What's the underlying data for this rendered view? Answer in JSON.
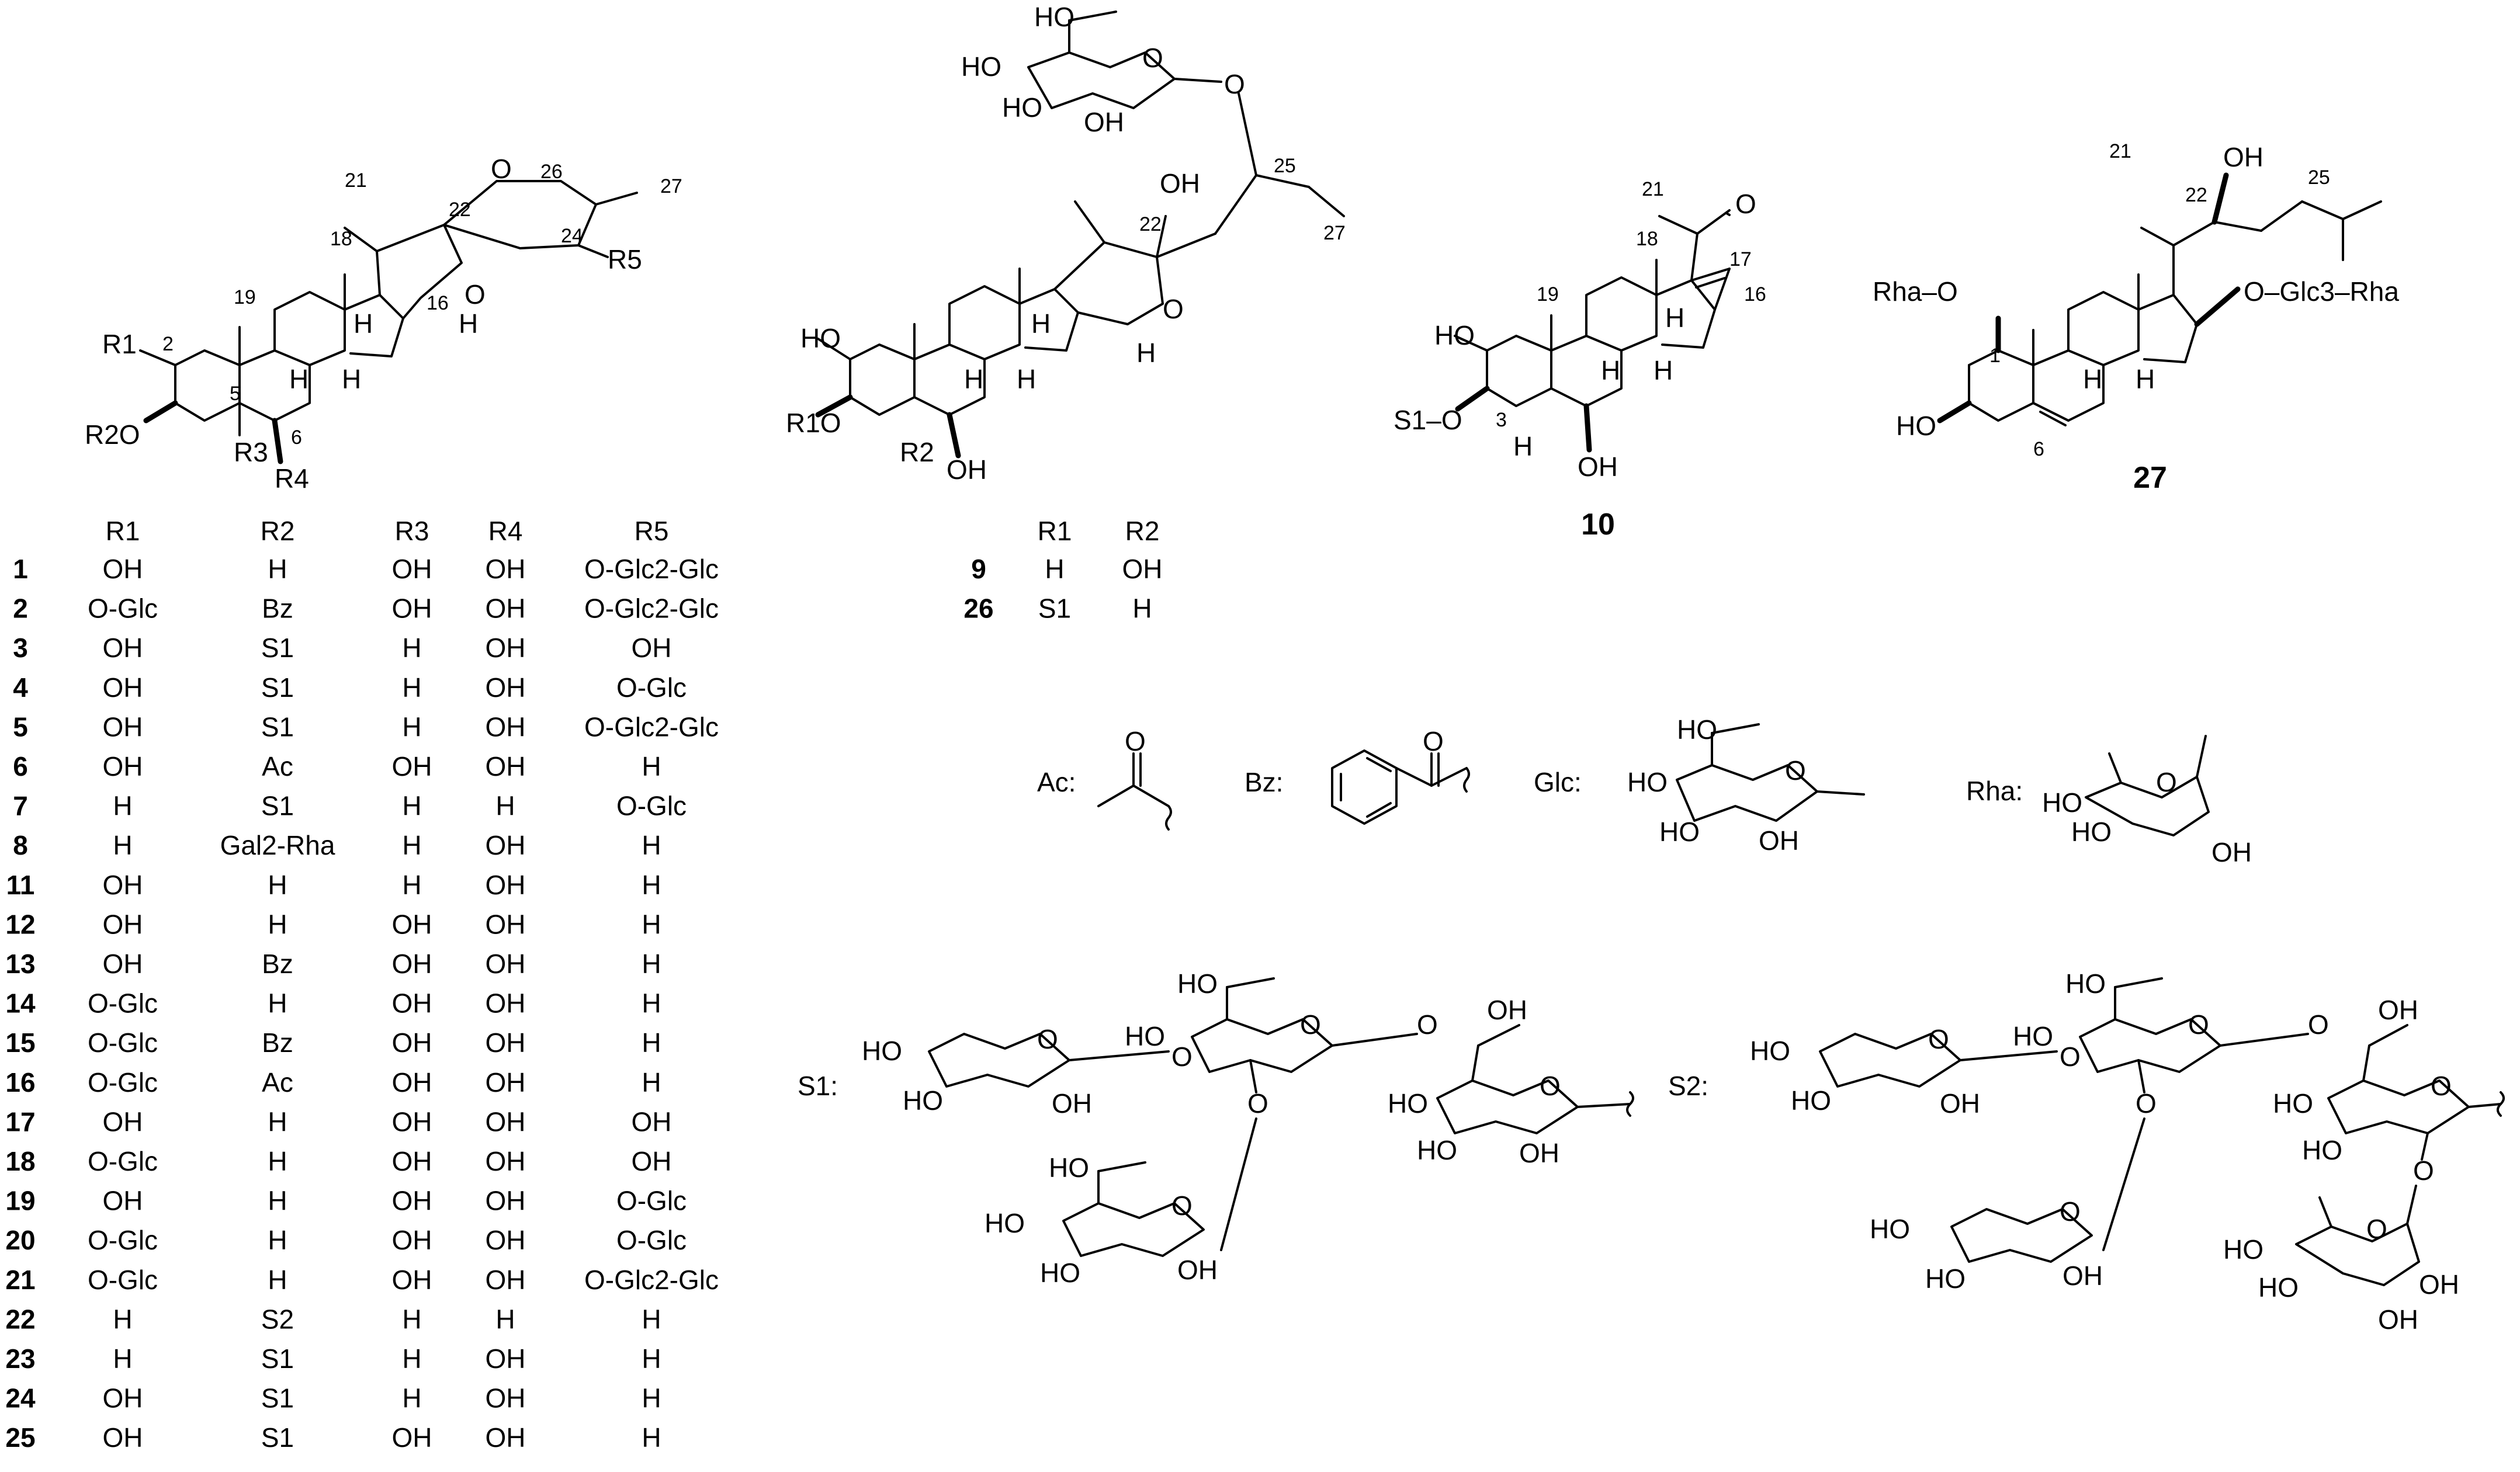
{
  "table_a": {
    "headers": [
      "R1",
      "R2",
      "R3",
      "R4",
      "R5"
    ],
    "rows": [
      {
        "id": "1",
        "r1": "OH",
        "r2": "H",
        "r3": "OH",
        "r4": "OH",
        "r5": "O-Glc2-Glc"
      },
      {
        "id": "2",
        "r1": "O-Glc",
        "r2": "Bz",
        "r3": "OH",
        "r4": "OH",
        "r5": "O-Glc2-Glc"
      },
      {
        "id": "3",
        "r1": "OH",
        "r2": "S1",
        "r3": "H",
        "r4": "OH",
        "r5": "OH"
      },
      {
        "id": "4",
        "r1": "OH",
        "r2": "S1",
        "r3": "H",
        "r4": "OH",
        "r5": "O-Glc"
      },
      {
        "id": "5",
        "r1": "OH",
        "r2": "S1",
        "r3": "H",
        "r4": "OH",
        "r5": "O-Glc2-Glc"
      },
      {
        "id": "6",
        "r1": "OH",
        "r2": "Ac",
        "r3": "OH",
        "r4": "OH",
        "r5": "H"
      },
      {
        "id": "7",
        "r1": "H",
        "r2": "S1",
        "r3": "H",
        "r4": "H",
        "r5": "O-Glc"
      },
      {
        "id": "8",
        "r1": "H",
        "r2": "Gal2-Rha",
        "r3": "H",
        "r4": "OH",
        "r5": "H"
      },
      {
        "id": "11",
        "r1": "OH",
        "r2": "H",
        "r3": "H",
        "r4": "OH",
        "r5": "H"
      },
      {
        "id": "12",
        "r1": "OH",
        "r2": "H",
        "r3": "OH",
        "r4": "OH",
        "r5": "H"
      },
      {
        "id": "13",
        "r1": "OH",
        "r2": "Bz",
        "r3": "OH",
        "r4": "OH",
        "r5": "H"
      },
      {
        "id": "14",
        "r1": "O-Glc",
        "r2": "H",
        "r3": "OH",
        "r4": "OH",
        "r5": "H"
      },
      {
        "id": "15",
        "r1": "O-Glc",
        "r2": "Bz",
        "r3": "OH",
        "r4": "OH",
        "r5": "H"
      },
      {
        "id": "16",
        "r1": "O-Glc",
        "r2": "Ac",
        "r3": "OH",
        "r4": "OH",
        "r5": "H"
      },
      {
        "id": "17",
        "r1": "OH",
        "r2": "H",
        "r3": "OH",
        "r4": "OH",
        "r5": "OH"
      },
      {
        "id": "18",
        "r1": "O-Glc",
        "r2": "H",
        "r3": "OH",
        "r4": "OH",
        "r5": "OH"
      },
      {
        "id": "19",
        "r1": "OH",
        "r2": "H",
        "r3": "OH",
        "r4": "OH",
        "r5": "O-Glc"
      },
      {
        "id": "20",
        "r1": "O-Glc",
        "r2": "H",
        "r3": "OH",
        "r4": "OH",
        "r5": "O-Glc"
      },
      {
        "id": "21",
        "r1": "O-Glc",
        "r2": "H",
        "r3": "OH",
        "r4": "OH",
        "r5": "O-Glc2-Glc"
      },
      {
        "id": "22",
        "r1": "H",
        "r2": "S2",
        "r3": "H",
        "r4": "H",
        "r5": "H"
      },
      {
        "id": "23",
        "r1": "H",
        "r2": "S1",
        "r3": "H",
        "r4": "OH",
        "r5": "H"
      },
      {
        "id": "24",
        "r1": "OH",
        "r2": "S1",
        "r3": "H",
        "r4": "OH",
        "r5": "H"
      },
      {
        "id": "25",
        "r1": "OH",
        "r2": "S1",
        "r3": "OH",
        "r4": "OH",
        "r5": "H"
      }
    ]
  },
  "table_b": {
    "headers": [
      "R1",
      "R2"
    ],
    "rows": [
      {
        "id": "9",
        "r1": "H",
        "r2": "OH"
      },
      {
        "id": "26",
        "r1": "S1",
        "r2": "H"
      }
    ]
  },
  "compounds": {
    "c10": "10",
    "c27": "27"
  },
  "atom_labels": {
    "oh": "OH",
    "ho": "HO",
    "o": "O",
    "h": "H",
    "r1": "R1",
    "r2o": "R2O",
    "r3": "R3",
    "r4": "R4",
    "r5": "R5",
    "r1o": "R1O",
    "r2": "R2",
    "s1o": "S1–O",
    "rha_o": "Rha–O",
    "o_glc3_rha": "O–Glc3–Rha"
  },
  "locants": {
    "n2": "2",
    "n5": "5",
    "n6": "6",
    "n16": "16",
    "n18": "18",
    "n19": "19",
    "n21": "21",
    "n22": "22",
    "n24": "24",
    "n25": "25",
    "n26": "26",
    "n27": "27",
    "n17": "17",
    "n3": "3",
    "n1": "1"
  },
  "legend": {
    "ac": "Ac:",
    "bz": "Bz:",
    "glc": "Glc:",
    "rha": "Rha:",
    "s1": "S1:",
    "s2": "S2:"
  }
}
